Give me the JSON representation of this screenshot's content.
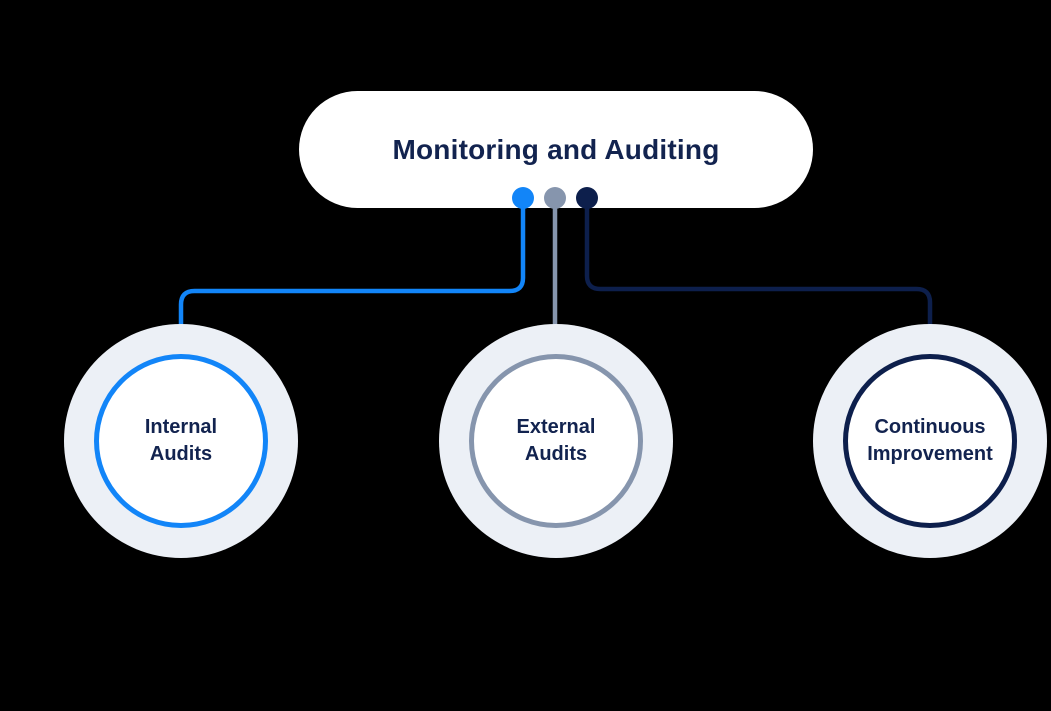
{
  "title": "Monitoring and Auditing",
  "nodes": [
    {
      "id": "internal-audits",
      "label": "Internal\nAudits",
      "color": "#1285F8"
    },
    {
      "id": "external-audits",
      "label": "External\nAudits",
      "color": "#8695AD"
    },
    {
      "id": "continuous-improvement",
      "label": "Continuous\nImprovement",
      "color": "#0D1F4C"
    }
  ],
  "colors": {
    "background": "#000000",
    "root_node_fill": "#FFFFFF",
    "branch_circle_fill": "#FFFFFF",
    "halo": "#ECF0F6",
    "text": "#12234F",
    "blue": "#1285F8",
    "gray_blue": "#8695AD",
    "navy": "#0D1F4C"
  }
}
